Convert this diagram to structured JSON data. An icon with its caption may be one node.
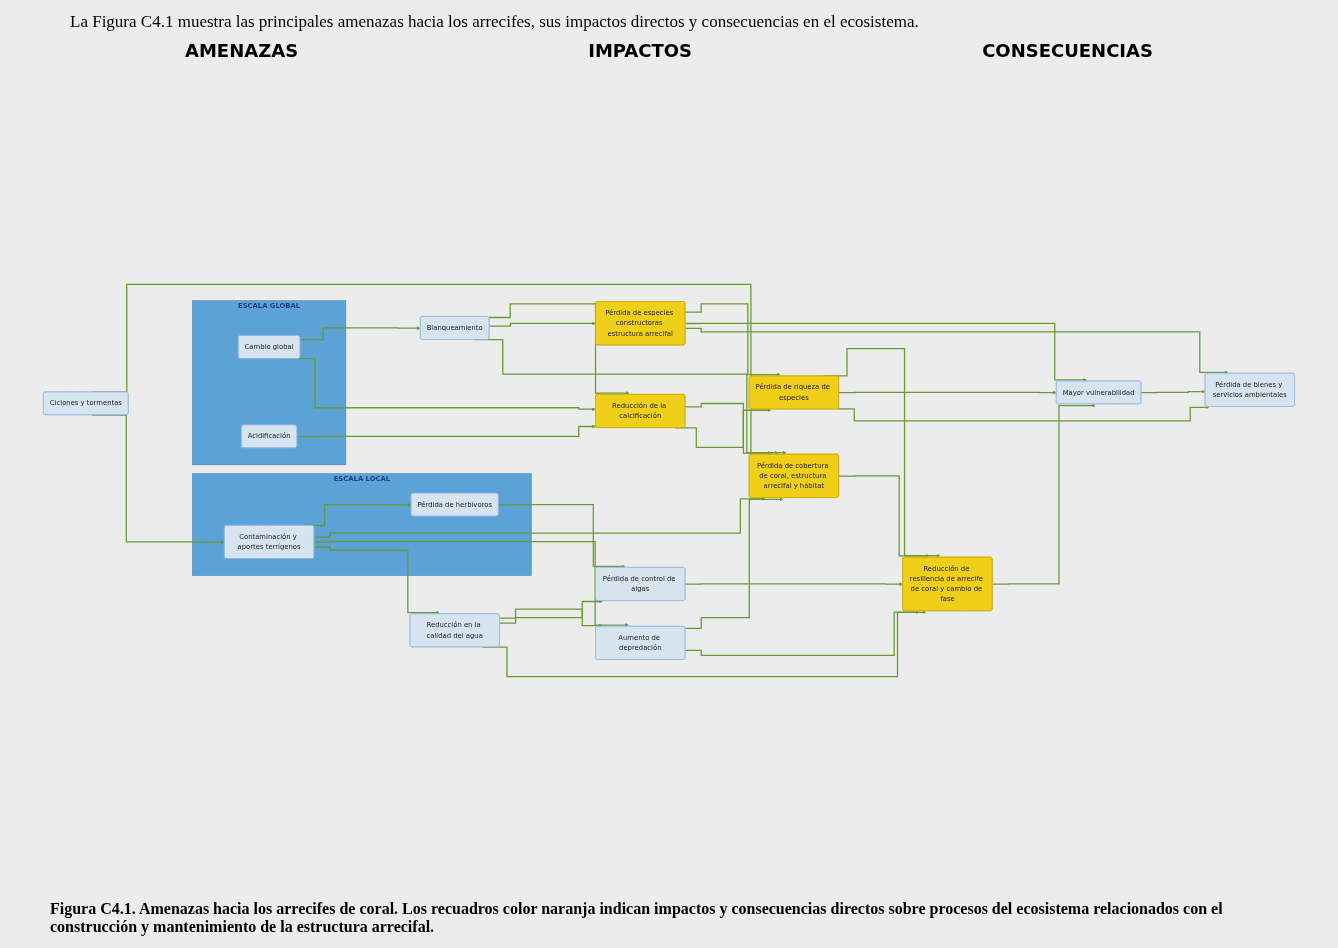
{
  "diagram": {
    "title": "La Figura C4.1 muestra las principales amenazas hacia los arrecifes, sus impactos directos y consecuencias en el ecosistema.",
    "caption": "Figura C4.1. Amenazas hacia los arrecifes de coral. Los recuadros color naranja indican impactos y consecuencias directos sobre procesos del ecosistema relacionados con el construcción y mantenimiento de la estructura arrecifal.",
    "nodes": [
      {
        "text": [
          "ESCALA GLOBAL"
        ]
      },
      {
        "text": [
          "Cambio global"
        ],
        "in": 0
      },
      {
        "text": [
          "Acidificación"
        ],
        "in": 0
      },
      {
        "text": [
          "Ciclones y tormentas"
        ]
      },
      {
        "text": [
          "ESCALA LOCAL"
        ]
      },
      {
        "text": [
          "Contaminación y aportes terrígenos"
        ],
        "in": 4
      },
      {
        "text": [
          "Pérdida de herbívoros"
        ],
        "in": 4
      },
      {
        "text": [
          "Blanqueamiento"
        ]
      },
      {
        "text": [
          "Reducción de la calcificación"
        ]
      },
      {
        "text": [
          "Pérdida de cobertura de coral, estructura arrecifal y hábitat"
        ]
      },
      {
        "text": [
          "Aumento de depredación"
        ]
      },
      {
        "text": [
          "Reducción en la calidad del agua"
        ]
      },
      {
        "text": [
          "Pérdida de control de algas"
        ]
      },
      {
        "text": [
          "Pérdida de especies constructoras estructura arrecifal"
        ]
      },
      {
        "text": [
          "Pérdida de riqueza de especies"
        ]
      },
      {
        "text": [
          "Reducción de resiliencia de arrecife de coral y cambio de fase"
        ]
      },
      {
        "text": [
          "Mayor vulnerabilidad"
        ]
      },
      {
        "text": [
          "Pérdida de bienes y servicios ambientales"
        ]
      }
    ],
    "edges": [
      {
        "from": 1,
        "to": 7,
        "arrow": "to"
      },
      {
        "from": 1,
        "to": 8,
        "arrow": "to"
      },
      {
        "from": 2,
        "to": 8,
        "arrow": "to"
      },
      {
        "from": 3,
        "to": 9,
        "arrow": "to"
      },
      {
        "from": 3,
        "to": 5,
        "arrow": "to"
      },
      {
        "from": 5,
        "to": 6,
        "arrow": "to"
      },
      {
        "from": 5,
        "to": 9,
        "arrow": "to"
      },
      {
        "from": 5,
        "to": 10,
        "arrow": "to"
      },
      {
        "from": 5,
        "to": 11,
        "arrow": "to"
      },
      {
        "from": 6,
        "to": 12,
        "arrow": "to"
      },
      {
        "from": 7,
        "to": 8,
        "arrow": "to"
      },
      {
        "from": 8,
        "to": 9,
        "arrow": "to"
      },
      {
        "from": 10,
        "to": 9,
        "arrow": "to"
      },
      {
        "from": 11,
        "to": 10,
        "arrow": "to"
      },
      {
        "from": 11,
        "to": 12,
        "arrow": "to"
      },
      {
        "from": 7,
        "to": 13,
        "arrow": "to"
      },
      {
        "from": 7,
        "to": 9,
        "arrow": "to"
      },
      {
        "from": 8,
        "to": 14,
        "arrow": "to"
      },
      {
        "from": 9,
        "to": 15,
        "arrow": "to"
      },
      {
        "from": 10,
        "to": 15,
        "arrow": "to"
      },
      {
        "from": 11,
        "to": 15,
        "arrow": "to"
      },
      {
        "from": 12,
        "to": 15,
        "arrow": "to"
      },
      {
        "from": 13,
        "to": 14,
        "arrow": "to"
      },
      {
        "from": 14,
        "to": 15,
        "arrow": "to"
      },
      {
        "from": 15,
        "to": 16,
        "arrow": "to"
      },
      {
        "from": 16,
        "to": 17,
        "arrow": "to"
      },
      {
        "from": 13,
        "to": 16,
        "arrow": "to"
      },
      {
        "from": 13,
        "to": 17,
        "arrow": "to"
      },
      {
        "from": 14,
        "to": 16,
        "arrow": "to"
      },
      {
        "from": 14,
        "to": 17,
        "arrow": "to"
      }
    ],
    "labels": [
      "AMENAZAS",
      "IMPACTOS",
      "CONSECUENCIAS"
    ]
  }
}
